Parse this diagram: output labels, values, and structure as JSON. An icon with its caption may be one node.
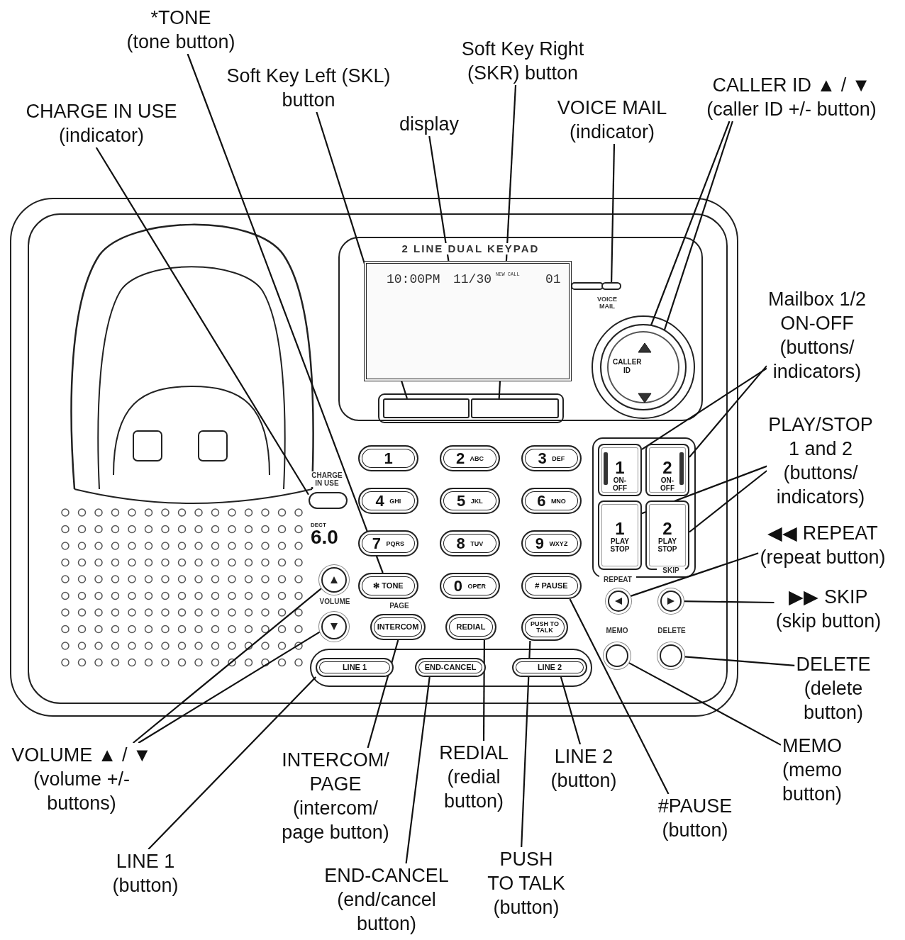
{
  "diagram": {
    "nodes": [
      {
        "text": [
          "*TONE (tone button)"
        ]
      },
      {
        "text": [
          "Soft Key Left (SKL) button"
        ]
      },
      {
        "text": [
          "Soft Key Right (SKR) button"
        ]
      },
      {
        "text": [
          "CHARGE IN USE (indicator)"
        ]
      },
      {
        "text": [
          "display"
        ]
      },
      {
        "text": [
          "VOICE MAIL (indicator)"
        ]
      },
      {
        "text": [
          "CALLER ID ▲ / ▼ (caller ID +/- button)"
        ]
      },
      {
        "text": [
          "Mailbox 1/2 ON-OFF (buttons/ indicators)"
        ]
      },
      {
        "text": [
          "PLAY/STOP 1 and 2 (buttons/ indicators)"
        ]
      },
      {
        "text": [
          "◀◀ REPEAT (repeat button)"
        ]
      },
      {
        "text": [
          "▶▶ SKIP (skip button)"
        ]
      },
      {
        "text": [
          "DELETE (delete button)"
        ]
      },
      {
        "text": [
          "MEMO (memo button)"
        ]
      },
      {
        "text": [
          "#PAUSE (button)"
        ]
      },
      {
        "text": [
          "LINE 2 (button)"
        ]
      },
      {
        "text": [
          "PUSH TO TALK (button)"
        ]
      },
      {
        "text": [
          "REDIAL (redial button)"
        ]
      },
      {
        "text": [
          "END-CANCEL (end/cancel button)"
        ]
      },
      {
        "text": [
          "INTERCOM/ PAGE (intercom/ page button)"
        ]
      },
      {
        "text": [
          "LINE 1 (button)"
        ]
      },
      {
        "text": [
          "VOLUME ▲ / ▼ (volume +/- buttons)"
        ]
      },
      {
        "text": [
          "✻ TONE"
        ]
      },
      {
        "text": [],
        "shape": "box"
      },
      {
        "text": [],
        "shape": "box"
      },
      {
        "text": [],
        "shape": "oval"
      },
      {
        "text": [
          "10:00PM",
          "11/30",
          "NEW CALL",
          "01"
        ]
      },
      {
        "text": [],
        "shape": "oval"
      },
      {
        "text": [
          "CALLER ID"
        ]
      },
      {
        "text": [],
        "shape": "triangle",
        "in": 27
      },
      {
        "text": [],
        "shape": "triangle",
        "in": 27
      },
      {
        "text": [
          "1",
          "ON-OFF"
        ]
      },
      {
        "text": [
          "2",
          "ON-OFF"
        ]
      },
      {
        "text": [
          "1",
          "PLAY STOP"
        ]
      },
      {
        "text": [
          "2",
          "PLAY STOP"
        ]
      },
      {
        "text": [],
        "shape": "circle"
      },
      {
        "text": [],
        "shape": "circle"
      },
      {
        "text": [],
        "shape": "circle"
      },
      {
        "text": [],
        "shape": "circle"
      },
      {
        "text": [
          "# PAUSE"
        ]
      },
      {
        "text": [
          "LINE 2"
        ]
      },
      {
        "text": [
          "PUSH TO TALK"
        ]
      },
      {
        "text": [
          "REDIAL"
        ]
      },
      {
        "text": [
          "END-CANCEL"
        ]
      },
      {
        "text": [
          "INTERCOM"
        ]
      },
      {
        "text": [
          "LINE 1"
        ]
      },
      {
        "text": [],
        "shape": "circle"
      },
      {
        "text": [],
        "shape": "circle"
      }
    ],
    "edges": [
      {
        "from": 0,
        "to": 21,
        "arrow": "none"
      },
      {
        "from": 1,
        "to": 22,
        "arrow": "none"
      },
      {
        "from": 2,
        "to": 23,
        "arrow": "none"
      },
      {
        "from": 3,
        "to": 24,
        "arrow": "none"
      },
      {
        "from": 4,
        "to": 25,
        "arrow": "none"
      },
      {
        "from": 5,
        "to": 26,
        "arrow": "none"
      },
      {
        "from": 6,
        "to": 28,
        "arrow": "none"
      },
      {
        "from": 6,
        "to": 29,
        "arrow": "none"
      },
      {
        "from": 7,
        "to": 30,
        "arrow": "none"
      },
      {
        "from": 7,
        "to": 31,
        "arrow": "none"
      },
      {
        "from": 8,
        "to": 32,
        "arrow": "none"
      },
      {
        "from": 8,
        "to": 33,
        "arrow": "none"
      },
      {
        "from": 9,
        "to": 34,
        "arrow": "none"
      },
      {
        "from": 10,
        "to": 35,
        "arrow": "none"
      },
      {
        "from": 11,
        "to": 36,
        "arrow": "none"
      },
      {
        "from": 12,
        "to": 37,
        "arrow": "none"
      },
      {
        "from": 13,
        "to": 38,
        "arrow": "none"
      },
      {
        "from": 14,
        "to": 39,
        "arrow": "none"
      },
      {
        "from": 15,
        "to": 40,
        "arrow": "none"
      },
      {
        "from": 16,
        "to": 41,
        "arrow": "none"
      },
      {
        "from": 17,
        "to": 42,
        "arrow": "none"
      },
      {
        "from": 18,
        "to": 43,
        "arrow": "none"
      },
      {
        "from": 19,
        "to": 44,
        "arrow": "none"
      },
      {
        "from": 20,
        "to": 45,
        "arrow": "none"
      },
      {
        "from": 20,
        "to": 46,
        "arrow": "none"
      }
    ],
    "labels": [
      "2 LINE DUAL KEYPAD",
      "VOICE MAIL",
      "1",
      "2 ABC",
      "3 DEF",
      "CHARGE IN USE",
      "4 GHI",
      "5 JKL",
      "6 MNO",
      "DECT 6.0",
      "7 PQRS",
      "8 TUV",
      "9 WXYZ",
      "0 OPER",
      "REPEAT",
      "SKIP",
      "VOLUME",
      "PAGE",
      "MEMO",
      "DELETE"
    ]
  }
}
